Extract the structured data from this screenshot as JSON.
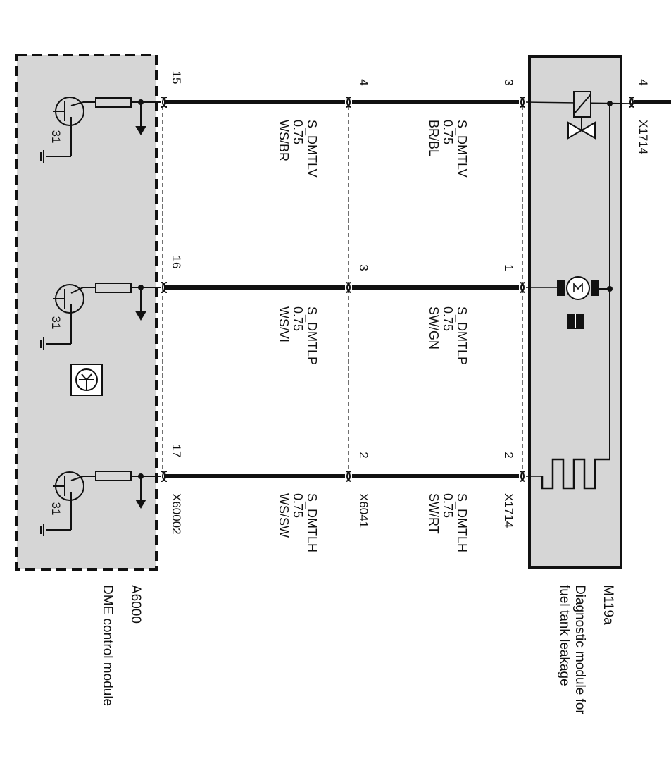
{
  "modules": {
    "left": {
      "id": "A6000",
      "name": "DME control module",
      "ground_label": "31"
    },
    "right": {
      "id": "M119a",
      "name_line1": "Diagnostic module for",
      "name_line2": "fuel tank leakage"
    }
  },
  "connectors": {
    "top_right": "X1714",
    "x1714": "X1714",
    "x6041": "X6041",
    "x60002": "X60002"
  },
  "pins": {
    "top_right": "4",
    "a6000": [
      "15",
      "16",
      "17"
    ],
    "x6041": [
      "4",
      "3",
      "2"
    ],
    "x1714": [
      "3",
      "1",
      "2"
    ]
  },
  "wires": {
    "left": [
      {
        "signal": "S_DMTLV",
        "gauge": "0.75",
        "color": "WS/BR"
      },
      {
        "signal": "S_DMTLP",
        "gauge": "0.75",
        "color": "WS/VI"
      },
      {
        "signal": "S_DMTLH",
        "gauge": "0.75",
        "color": "WS/SW"
      }
    ],
    "right": [
      {
        "signal": "S_DMTLV",
        "gauge": "0.75",
        "color": "BR/BL"
      },
      {
        "signal": "S_DMTLP",
        "gauge": "0.75",
        "color": "SW/GN"
      },
      {
        "signal": "S_DMTLH",
        "gauge": "0.75",
        "color": "SW/RT"
      }
    ]
  },
  "colors": {
    "module_fill": "#d6d6d6",
    "line": "#111111"
  }
}
